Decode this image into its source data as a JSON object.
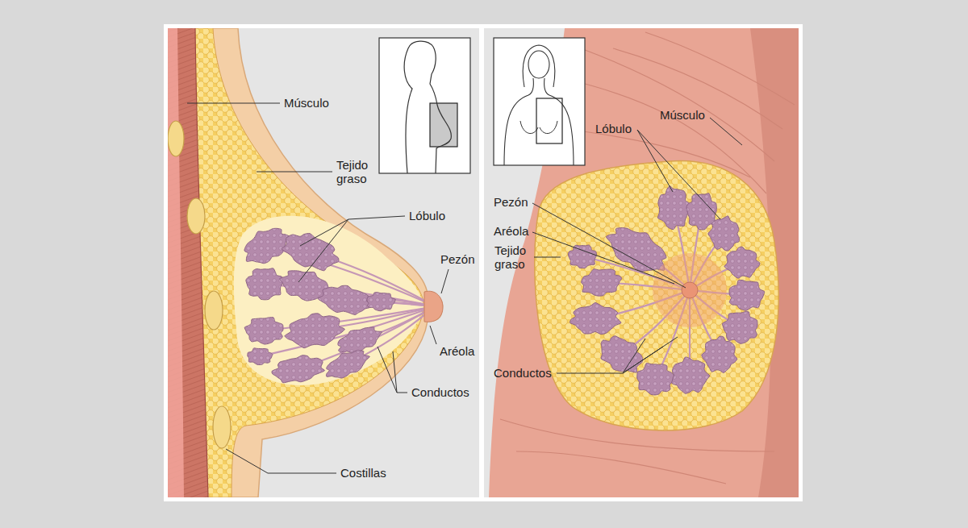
{
  "diagram": {
    "labels": [
      "Músculo",
      "Tejido graso",
      "Lóbulo",
      "Pezón",
      "Aréola",
      "Conductos",
      "Costillas",
      "Músculo",
      "Lóbulo",
      "Pezón",
      "Aréola",
      "Tejido graso",
      "Conductos"
    ]
  }
}
